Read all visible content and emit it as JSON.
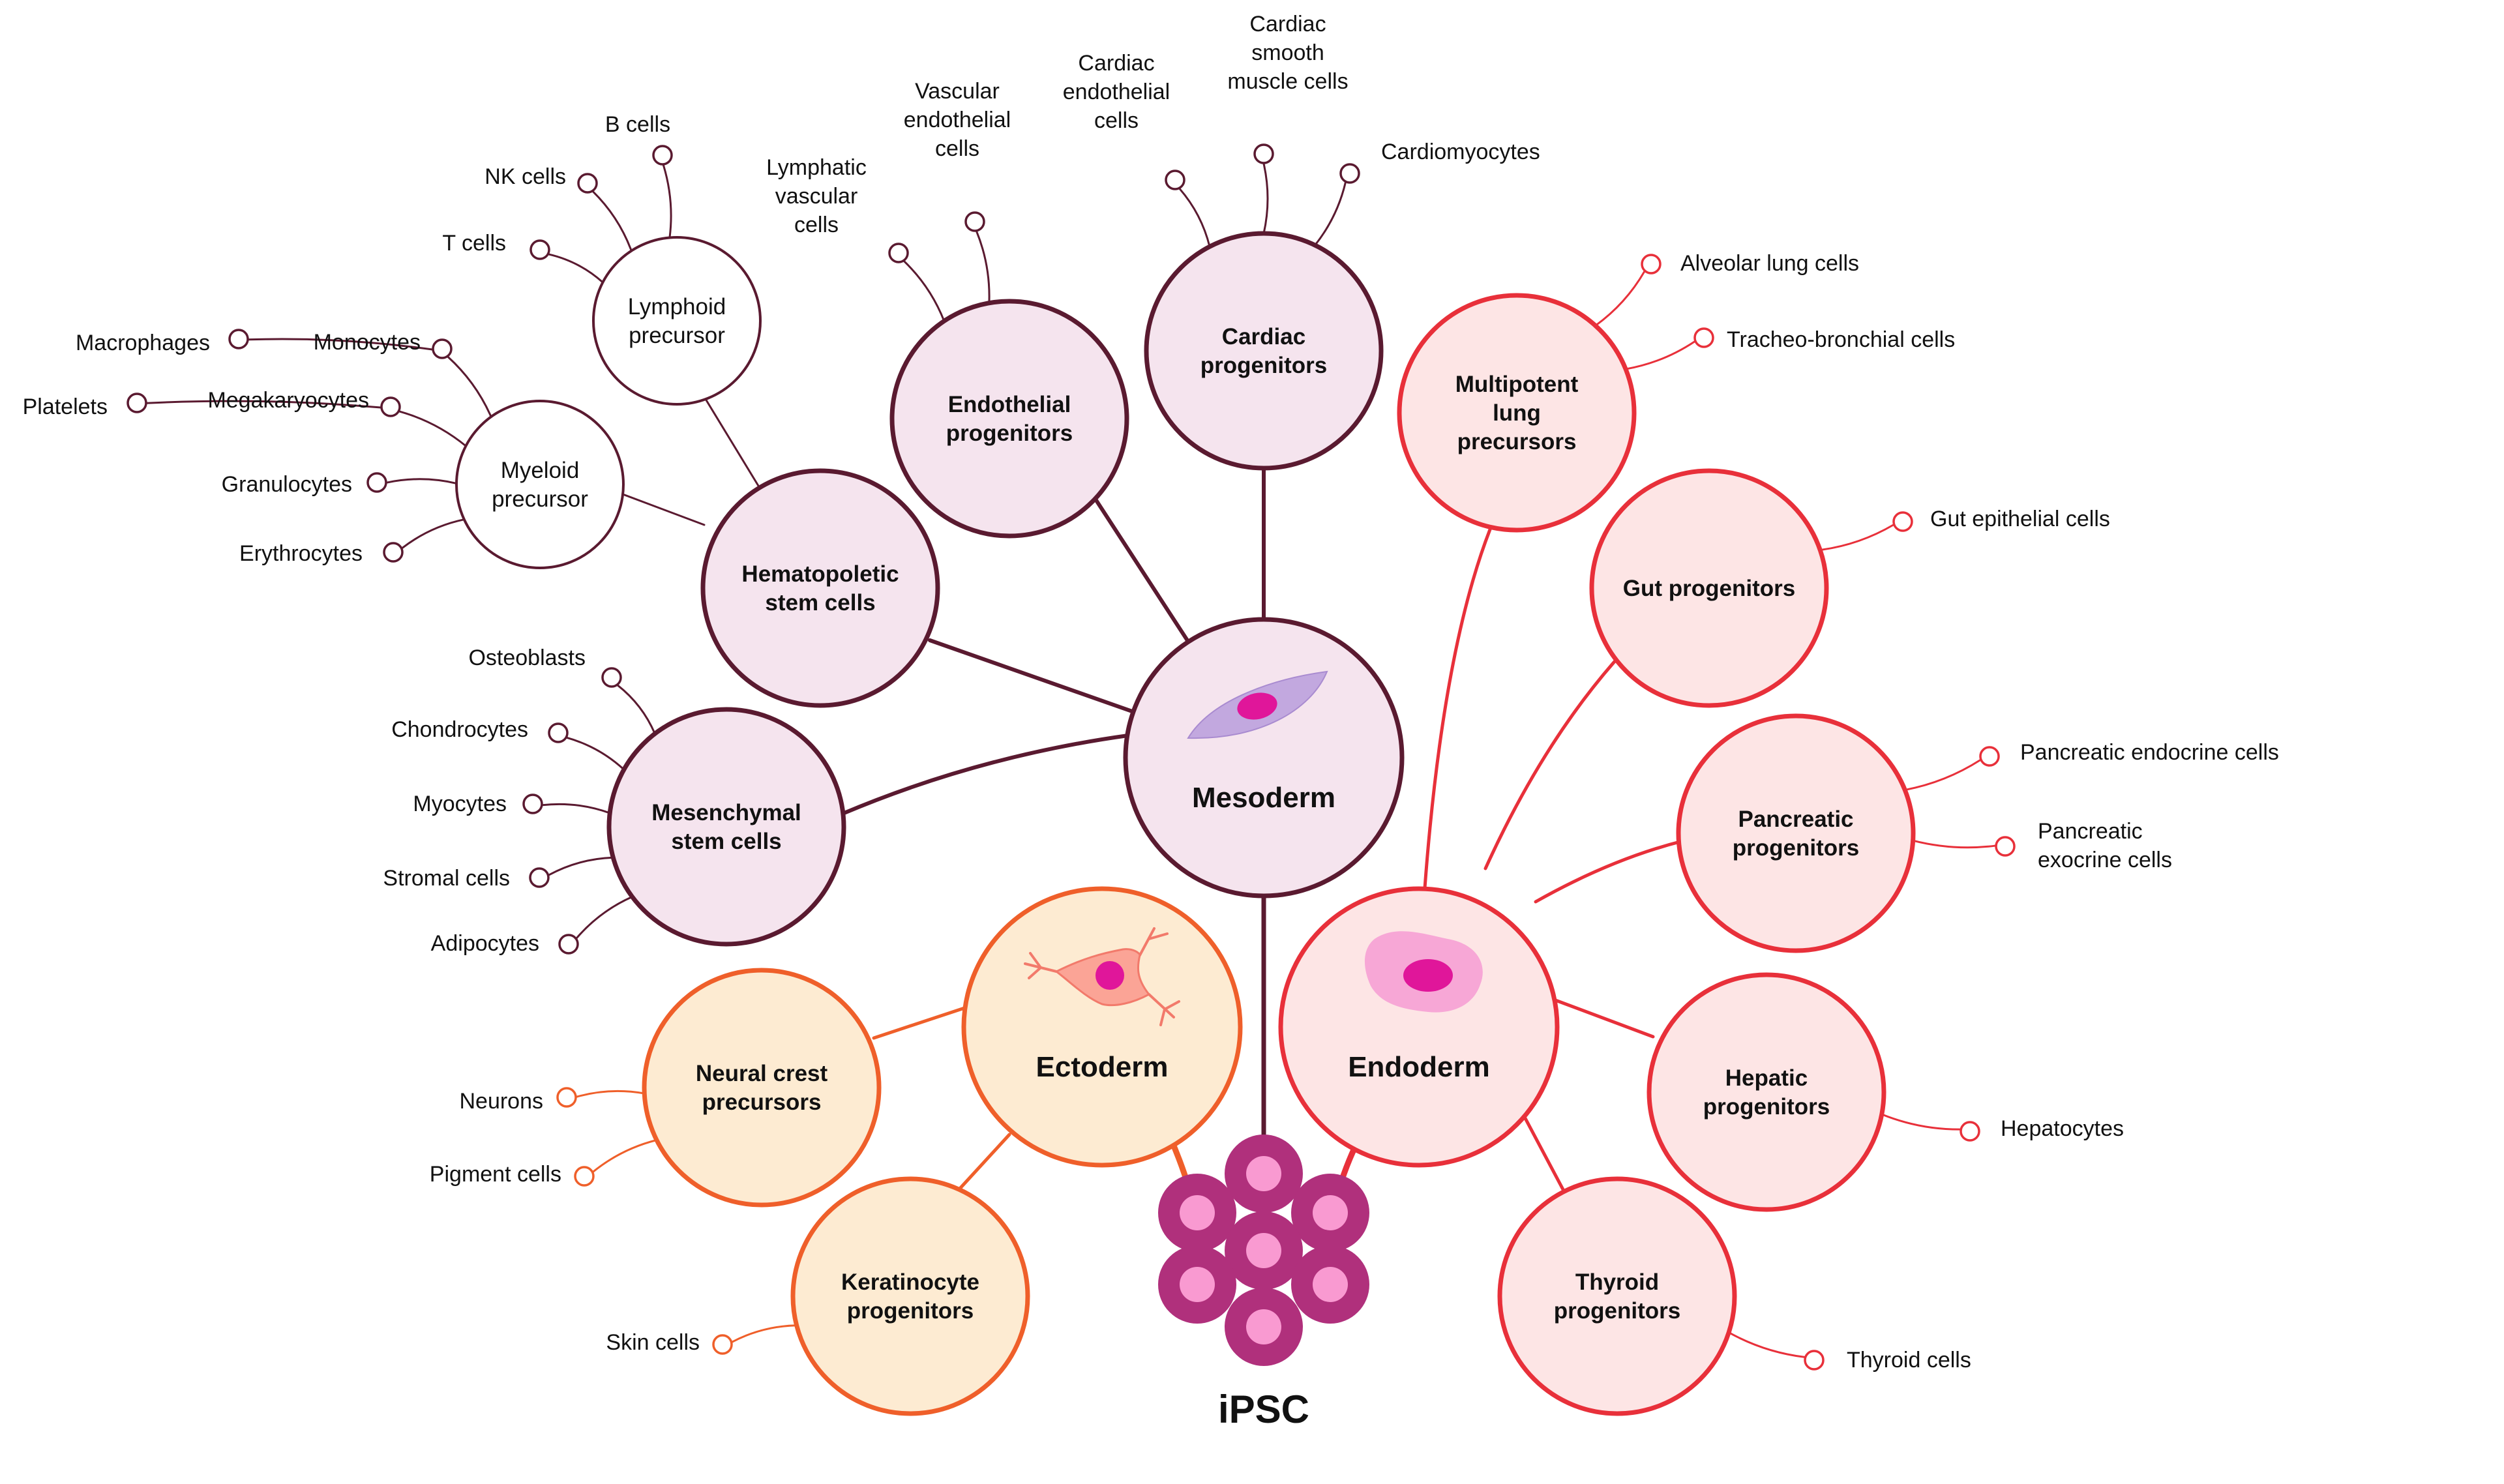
{
  "colors": {
    "mesoderm_line": "#5a1a30",
    "mesoderm_fill": "#f5e4ee",
    "ectoderm_line": "#ef5f2a",
    "ectoderm_fill": "#fdebd2",
    "endoderm_line": "#e8303a",
    "endoderm_fill": "#fde5e5",
    "ipsc_outer": "#b0307c",
    "ipsc_inner": "#f99ad1"
  },
  "root": {
    "label": "iPSC",
    "icon": "ipsc-cell-cluster-icon"
  },
  "germ_layers": [
    {
      "id": "mesoderm",
      "label": "Mesoderm",
      "icon": "mesoderm-cell-icon"
    },
    {
      "id": "ectoderm",
      "label": "Ectoderm",
      "icon": "ectoderm-neuron-icon"
    },
    {
      "id": "endoderm",
      "label": "Endoderm",
      "icon": "endoderm-cell-icon"
    }
  ],
  "progenitors": [
    {
      "id": "hsc",
      "layer": "mesoderm",
      "label": "Hematopoletic\nstem cells"
    },
    {
      "id": "endothelial",
      "layer": "mesoderm",
      "label": "Endothelial\nprogenitors"
    },
    {
      "id": "cardiac",
      "layer": "mesoderm",
      "label": "Cardiac\nprogenitors"
    },
    {
      "id": "msc",
      "layer": "mesoderm",
      "label": "Mesenchymal\nstem cells"
    },
    {
      "id": "neuralcrest",
      "layer": "ectoderm",
      "label": "Neural crest\nprecursors"
    },
    {
      "id": "keratinocyte",
      "layer": "ectoderm",
      "label": "Keratinocyte\nprogenitors"
    },
    {
      "id": "lung",
      "layer": "endoderm",
      "label": "Multipotent\nlung\nprecursors"
    },
    {
      "id": "gut",
      "layer": "endoderm",
      "label": "Gut progenitors"
    },
    {
      "id": "pancreatic",
      "layer": "endoderm",
      "label": "Pancreatic\nprogenitors"
    },
    {
      "id": "hepatic",
      "layer": "endoderm",
      "label": "Hepatic\nprogenitors"
    },
    {
      "id": "thyroid",
      "layer": "endoderm",
      "label": "Thyroid\nprogenitors"
    }
  ],
  "sub_precursors": [
    {
      "id": "lymphoid",
      "parent": "hsc",
      "label": "Lymphoid\nprecursor"
    },
    {
      "id": "myeloid",
      "parent": "hsc",
      "label": "Myeloid\nprecursor"
    }
  ],
  "leaves": [
    {
      "parent": "lymphoid",
      "label": "B cells"
    },
    {
      "parent": "lymphoid",
      "label": "NK cells"
    },
    {
      "parent": "lymphoid",
      "label": "T cells"
    },
    {
      "parent": "myeloid",
      "label": "Monocytes"
    },
    {
      "parent": "myeloid",
      "label": "Megakaryocytes"
    },
    {
      "parent": "myeloid",
      "label": "Granulocytes"
    },
    {
      "parent": "myeloid",
      "label": "Erythrocytes"
    },
    {
      "parent": "Monocytes",
      "label": "Macrophages"
    },
    {
      "parent": "Megakaryocytes",
      "label": "Platelets"
    },
    {
      "parent": "endothelial",
      "label": "Lymphatic\nvascular\ncells"
    },
    {
      "parent": "endothelial",
      "label": "Vascular\nendothelial\ncells"
    },
    {
      "parent": "cardiac",
      "label": "Cardiac\nendothelial\ncells"
    },
    {
      "parent": "cardiac",
      "label": "Cardiac\nsmooth\nmuscle cells"
    },
    {
      "parent": "cardiac",
      "label": "Cardiomyocytes"
    },
    {
      "parent": "msc",
      "label": "Osteoblasts"
    },
    {
      "parent": "msc",
      "label": "Chondrocytes"
    },
    {
      "parent": "msc",
      "label": "Myocytes"
    },
    {
      "parent": "msc",
      "label": "Stromal cells"
    },
    {
      "parent": "msc",
      "label": "Adipocytes"
    },
    {
      "parent": "neuralcrest",
      "label": "Neurons"
    },
    {
      "parent": "neuralcrest",
      "label": "Pigment cells"
    },
    {
      "parent": "keratinocyte",
      "label": "Skin cells"
    },
    {
      "parent": "lung",
      "label": "Alveolar lung cells"
    },
    {
      "parent": "lung",
      "label": "Tracheo-bronchial cells"
    },
    {
      "parent": "gut",
      "label": "Gut epithelial cells"
    },
    {
      "parent": "pancreatic",
      "label": "Pancreatic endocrine cells"
    },
    {
      "parent": "pancreatic",
      "label": "Pancreatic\nexocrine cells"
    },
    {
      "parent": "hepatic",
      "label": "Hepatocytes"
    },
    {
      "parent": "thyroid",
      "label": "Thyroid cells"
    }
  ]
}
